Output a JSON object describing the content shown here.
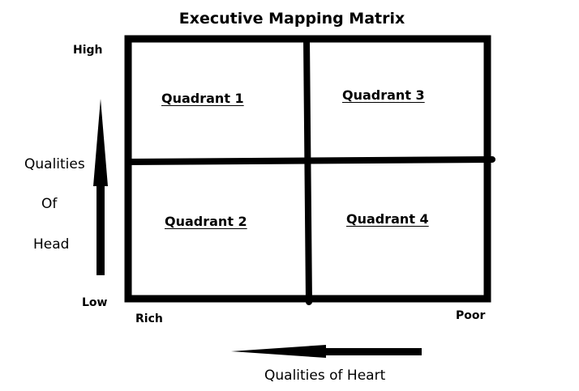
{
  "title": "Executive Mapping Matrix",
  "y_axis": {
    "high_label": "High",
    "low_label": "Low",
    "label_lines": [
      "Qualities",
      "Of",
      "Head"
    ]
  },
  "x_axis": {
    "left_label": "Rich",
    "right_label": "Poor",
    "label": "Qualities of Heart"
  },
  "quadrants": [
    {
      "label": "Quadrant 1"
    },
    {
      "label": "Quadrant 2"
    },
    {
      "label": "Quadrant 3"
    },
    {
      "label": "Quadrant 4"
    }
  ]
}
